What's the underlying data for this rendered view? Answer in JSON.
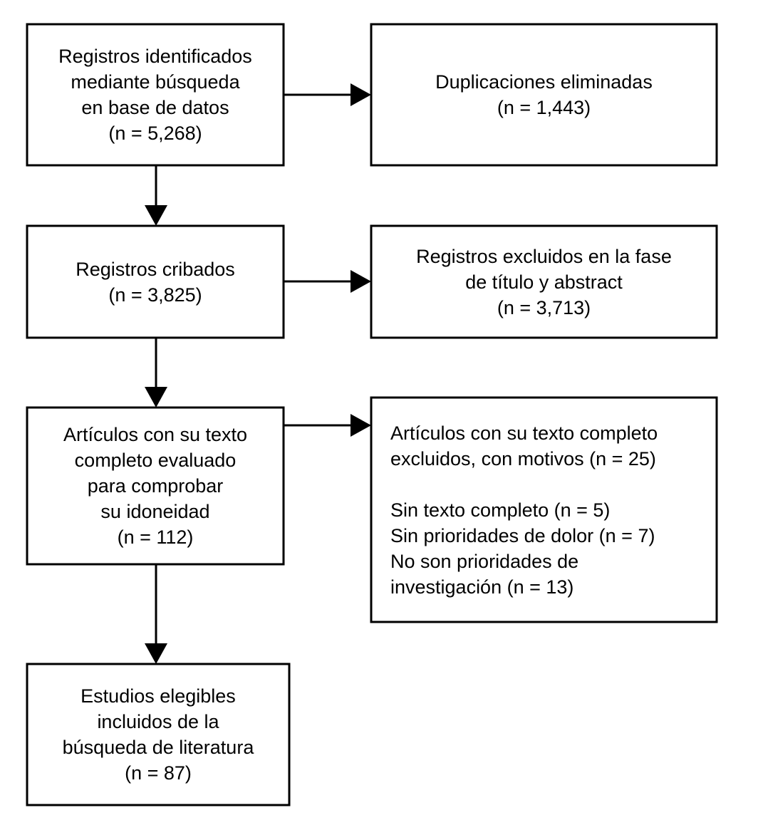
{
  "diagram": {
    "type": "prisma-flow-diagram",
    "language": "es",
    "background_color": "#ffffff",
    "line_color": "#000000",
    "nodes": [
      {
        "id": "records-identified",
        "align": "center",
        "lines": [
          "Registros identificados",
          "mediante búsqueda",
          "en base de datos",
          "(n = 5,268)"
        ]
      },
      {
        "id": "duplicates-removed",
        "align": "center",
        "lines": [
          "Duplicaciones eliminadas",
          "(n = 1,443)"
        ]
      },
      {
        "id": "records-screened",
        "align": "center",
        "lines": [
          "Registros cribados",
          "(n = 3,825)"
        ]
      },
      {
        "id": "records-excluded-title-abstract",
        "align": "center",
        "lines": [
          "Registros excluidos en la fase",
          "de título y abstract",
          "(n = 3,713)"
        ]
      },
      {
        "id": "fulltext-assessed",
        "align": "center",
        "lines": [
          "Artículos con su texto",
          "completo evaluado",
          "para comprobar",
          "su idoneidad",
          "(n = 112)"
        ]
      },
      {
        "id": "fulltext-excluded-reasons",
        "align": "left",
        "lines": [
          "Artículos con su texto completo",
          "excluidos, con motivos (n = 25)",
          "",
          "Sin texto completo (n = 5)",
          "Sin prioridades de dolor (n = 7)",
          "No son prioridades de",
          "investigación (n = 13)"
        ]
      },
      {
        "id": "studies-included",
        "align": "center",
        "lines": [
          "Estudios elegibles",
          "incluidos de la",
          "búsqueda de literatura",
          "(n = 87)"
        ]
      }
    ]
  },
  "chart_data": {
    "type": "diagram",
    "title": "",
    "stages": [
      {
        "label": "Registros identificados mediante búsqueda en base de datos",
        "n": 5268
      },
      {
        "label": "Duplicaciones eliminadas",
        "n": 1443
      },
      {
        "label": "Registros cribados",
        "n": 3825
      },
      {
        "label": "Registros excluidos en la fase de título y abstract",
        "n": 3713
      },
      {
        "label": "Artículos con su texto completo evaluado para comprobar su idoneidad",
        "n": 112
      },
      {
        "label": "Artículos con su texto completo excluidos, con motivos",
        "n": 25
      },
      {
        "label": "Sin texto completo",
        "n": 5
      },
      {
        "label": "Sin prioridades de dolor",
        "n": 7
      },
      {
        "label": "No son prioridades de investigación",
        "n": 13
      },
      {
        "label": "Estudios elegibles incluidos de la búsqueda de literatura",
        "n": 87
      }
    ]
  }
}
